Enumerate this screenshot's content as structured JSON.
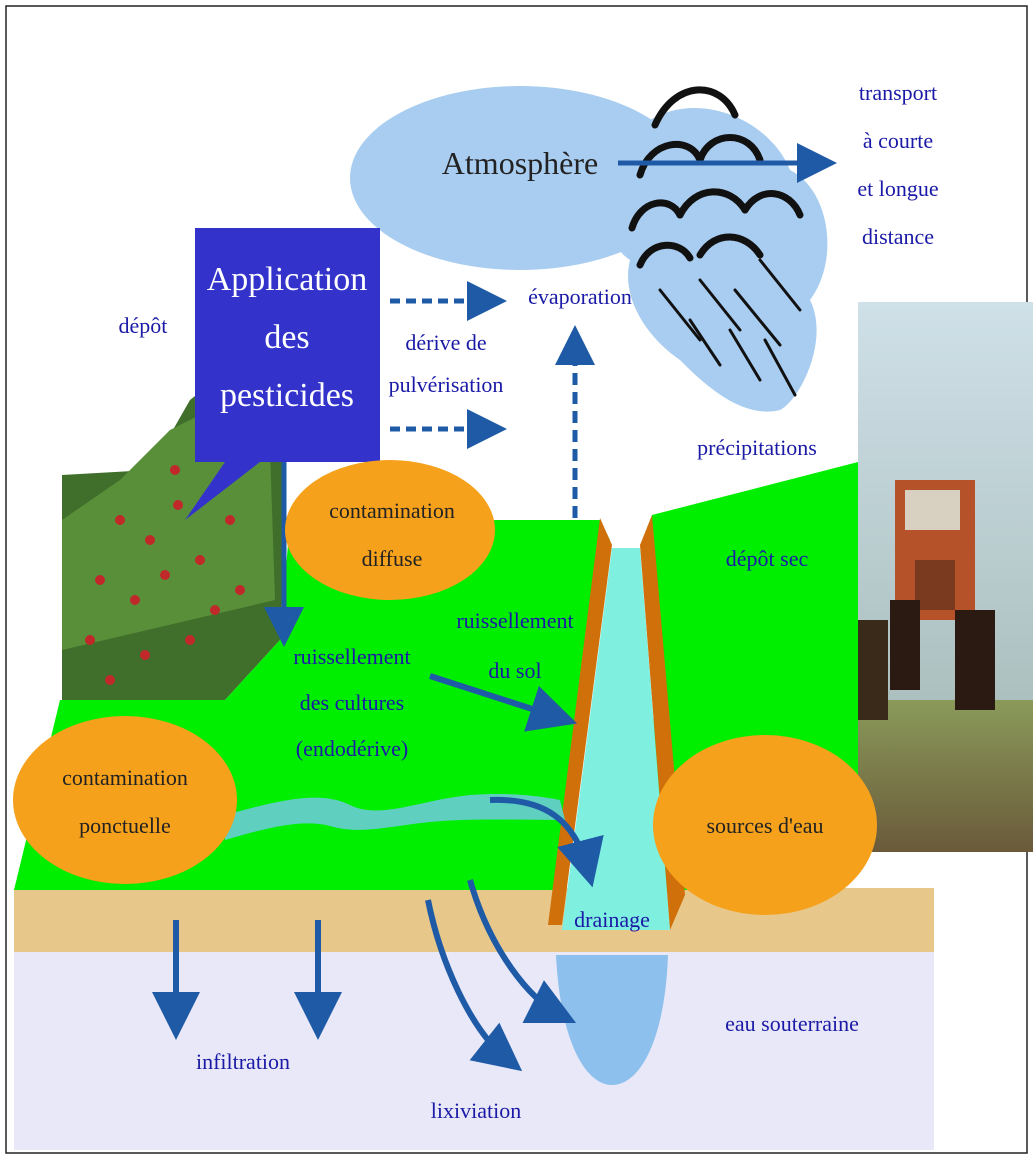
{
  "labels": {
    "atmosphere": "Atmosphère",
    "application_line1": "Application",
    "application_line2": "des",
    "application_line3": "pesticides",
    "depot": "dépôt",
    "derive_line1": "dérive de",
    "derive_line2": "pulvérisation",
    "evaporation": "évaporation",
    "transport_line1": "transport",
    "transport_line2": "à courte",
    "transport_line3": "et longue",
    "transport_line4": "distance",
    "precipitations": "précipitations",
    "contamination_diffuse_line1": "contamination",
    "contamination_diffuse_line2": "diffuse",
    "depot_sec": "dépôt sec",
    "ruissellement_sol_line1": "ruissellement",
    "ruissellement_sol_line2": "du sol",
    "ruissellement_cultures_line1": "ruissellement",
    "ruissellement_cultures_line2": "des cultures",
    "ruissellement_cultures_line3": "(endodérive)",
    "contamination_ponctuelle_line1": "contamination",
    "contamination_ponctuelle_line2": "ponctuelle",
    "sources_eau": "sources d'eau",
    "drainage": "drainage",
    "eau_souterraine": "eau souterraine",
    "infiltration": "infiltration",
    "lixiviation": "lixiviation"
  },
  "colors": {
    "label_blue": "#1a1aa6",
    "application_box": "#3333cc",
    "atmosphere_ellipse": "#a9cdf0",
    "field_green": "#00ee00",
    "orange_ellipse": "#f5a11c",
    "soil_layer": "#e8c88a",
    "groundwater": "#e8e8f8",
    "water_channel": "#7fefdf",
    "arrow_blue": "#1f5aa6"
  }
}
